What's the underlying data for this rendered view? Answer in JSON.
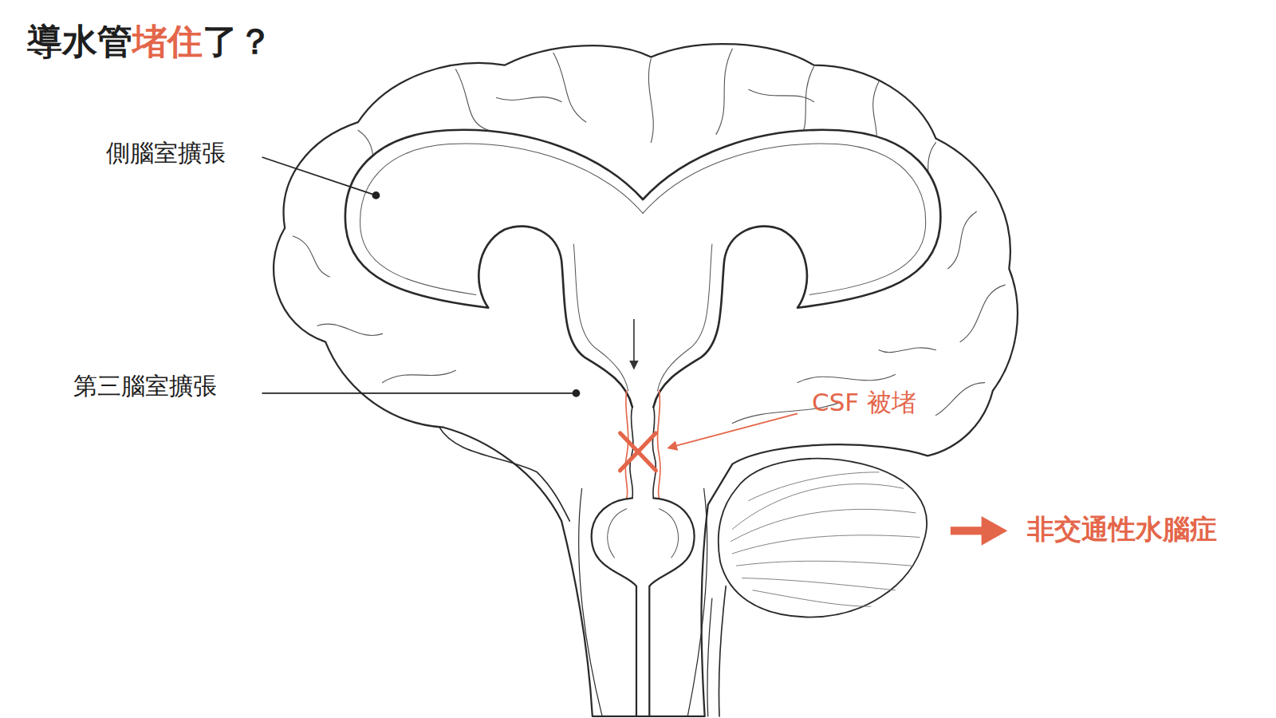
{
  "diagram": {
    "title": "導水管堵住了？",
    "labels": [
      "側腦室擴張",
      "第三腦室擴張",
      "CSF 被堵",
      "非交通性水腦症"
    ]
  }
}
